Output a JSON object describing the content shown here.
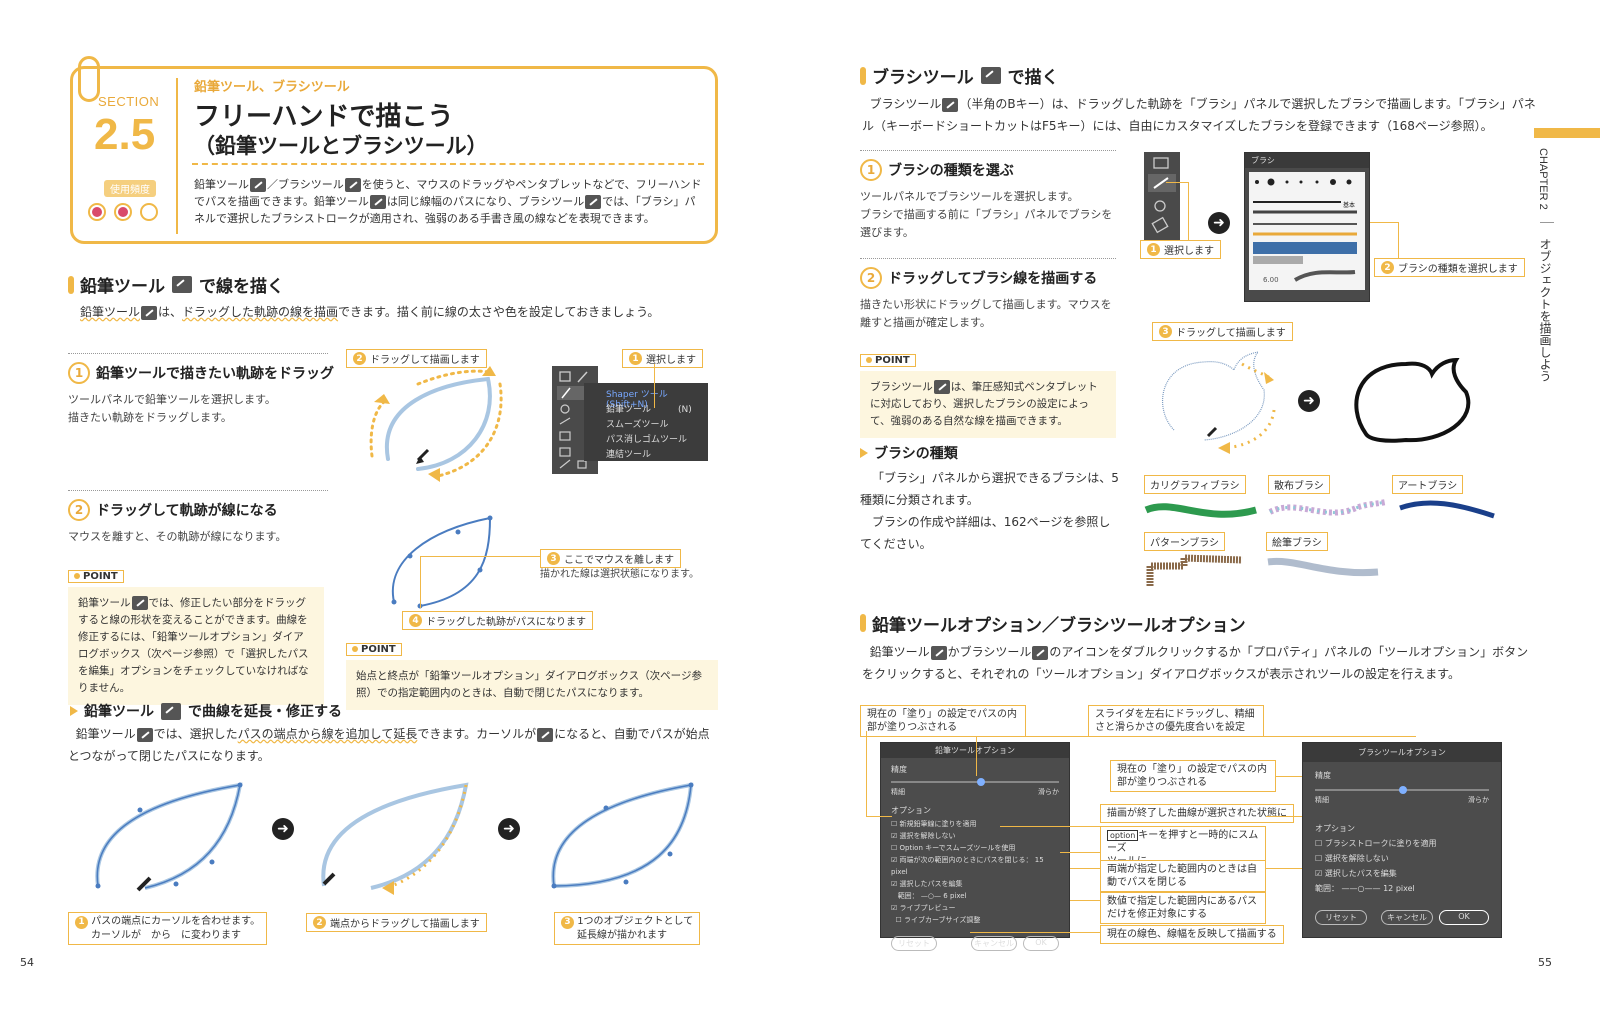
{
  "left_page": {
    "section": {
      "label": "SECTION",
      "number": "2.5",
      "frequency_label": "使用頻度",
      "kicker": "鉛筆ツール、ブラシツール",
      "title_line1": "フリーハンドで描こう",
      "title_line2": "（鉛筆ツールとブラシツール）",
      "body_a": "鉛筆ツール",
      "body_b": "／ブラシツール",
      "body_c": "を使うと、マウスのドラッグやペンタブレットなどで、フリーハンドでパスを描画できます。鉛筆ツール",
      "body_d": "は同じ線幅のパスになり、ブラシツール",
      "body_e": "では、「ブラシ」パネルで選択したブラシストロークが適用され、強弱のある手書き風の線などを表現できます。"
    },
    "pencil_heading": {
      "a": "鉛筆ツール",
      "b": "で線を描く"
    },
    "pencil_intro": {
      "a": "鉛筆ツール",
      "b": "は、",
      "c": "ドラッグした軌跡の線を描画",
      "d": "できます。描く前に線の太さや色を設定しておきましょう。"
    },
    "step1": {
      "num": "1",
      "title": "鉛筆ツールで描きたい軌跡をドラッグ",
      "body1": "ツールパネルで鉛筆ツールを選択します。",
      "body2": "描きたい軌跡をドラッグします。"
    },
    "step1_callouts": {
      "drag": {
        "num": "2",
        "text": "ドラッグして描画します"
      },
      "select": {
        "num": "1",
        "text": "選択します"
      }
    },
    "tool_menu": {
      "items": [
        "Shaper ツール　(Shift+N)",
        "鉛筆ツール　　　(N)",
        "スムーズツール",
        "パス消しゴムツール",
        "連結ツール"
      ]
    },
    "step2": {
      "num": "2",
      "title": "ドラッグして軌跡が線になる",
      "body": "マウスを離すと、その軌跡が線になります。"
    },
    "step2_callouts": {
      "release": {
        "num": "3",
        "text": "ここでマウスを離します"
      },
      "release_note": "描かれた線は選択状態になります。",
      "path": {
        "num": "4",
        "text": "ドラッグした軌跡がパスになります"
      }
    },
    "point1": {
      "tag": "POINT",
      "a": "鉛筆ツール",
      "b": "では、修正したい部分をドラッグすると線の形状を変えることができます。曲線を修正するには、「鉛筆ツールオプション」ダイアログボックス（次ページ参照）で「選択したパスを編集」オプションをチェックしていなければなりません。"
    },
    "point2": {
      "tag": "POINT",
      "text": "始点と終点が「鉛筆ツールオプション」ダイアログボックス（次ページ参照）での指定範囲内のときは、自動で閉じたパスになります。"
    },
    "extend_heading": {
      "a": "鉛筆ツール",
      "b": "で曲線を延長・修正する"
    },
    "extend_body": {
      "a": "鉛筆ツール",
      "b": "では、選択した",
      "c": "パスの端点から線を追加して延長",
      "d": "できます。カーソルが",
      "e": "になると、自動でパスが始点とつながって閉じたパスになります。"
    },
    "extend_callouts": {
      "c1": {
        "num": "1",
        "line1": "パスの端点にカーソルを合わせます。",
        "line2": "カーソルが　から　に変わります"
      },
      "c2": {
        "num": "2",
        "text": "端点からドラッグして描画します"
      },
      "c3": {
        "num": "3",
        "line1": "1つのオブジェクトとして",
        "line2": "延長線が描かれます"
      }
    },
    "page_number": "54"
  },
  "right_page": {
    "brush_heading": {
      "a": "ブラシツール",
      "b": "で描く"
    },
    "brush_intro": {
      "a": "ブラシツール",
      "b": "（半角のBキー）は、ドラッグした軌跡を「ブラシ」パネルで選択したブラシで描画します。「ブラシ」パネル（キーボードショートカットはF5キー）には、自由にカスタマイズしたブラシを登録できます（168ページ参照）。"
    },
    "bstep1": {
      "num": "1",
      "title": "ブラシの種類を選ぶ",
      "body1": "ツールパネルでブラシツールを選択します。",
      "body2": "ブラシで描画する前に「ブラシ」パネルでブラシを選びます。"
    },
    "bstep1_callouts": {
      "select": {
        "num": "1",
        "text": "選択します"
      },
      "choose": {
        "num": "2",
        "text": "ブラシの種類を選択します"
      }
    },
    "brush_panel": {
      "title": "ブラシ",
      "basic": "基本",
      "size": "6.00"
    },
    "bstep2": {
      "num": "2",
      "title": "ドラッグしてブラシ線を描画する",
      "body": "描きたい形状にドラッグして描画します。マウスを離すと描画が確定します。"
    },
    "bstep2_callout": {
      "num": "3",
      "text": "ドラッグして描画します"
    },
    "point3": {
      "tag": "POINT",
      "a": "ブラシツール",
      "b": "は、筆圧感知式ペンタブレットに対応しており、選択したブラシの設定によって、強弱のある自然な線を描画できます。"
    },
    "types_heading": "ブラシの種類",
    "types_body1": "「ブラシ」パネルから選択できるブラシは、5種類に分類されます。",
    "types_body2": "ブラシの作成や詳細は、162ページを参照してください。",
    "brush_types": [
      "カリグラフィブラシ",
      "散布ブラシ",
      "アートブラシ",
      "パターンブラシ",
      "絵筆ブラシ"
    ],
    "options_heading": "鉛筆ツールオプション／ブラシツールオプション",
    "options_body": {
      "a": "鉛筆ツール",
      "b": "かブラシツール",
      "c": "のアイコンをダブルクリックするか「プロパティ」パネルの「ツールオプション」ボタンをクリックすると、それぞれの「ツールオプション」ダイアログボックスが表示されツールの設定を行えます。"
    },
    "pencil_dialog": {
      "title": "鉛筆ツールオプション",
      "accuracy": "精度",
      "accurate": "精細",
      "smooth": "滑らか",
      "options": "オプション",
      "checks": [
        "新規鉛筆線に塗りを適用",
        "選択を解除しない",
        "Option キーでスムーズツールを使用",
        "両端が次の範囲内のときにパスを閉じる：",
        "選択したパスを編集",
        "範囲：",
        "ライブプレビュー",
        "ライブカーブサイズ調整"
      ],
      "pixel1": "15",
      "pixel2": "6",
      "unit": "pixel",
      "reset": "リセット",
      "cancel": "キャンセル",
      "ok": "OK"
    },
    "brush_dialog": {
      "title": "ブラシツールオプション",
      "accuracy": "精度",
      "accurate": "精細",
      "smooth": "滑らか",
      "options": "オプション",
      "checks": [
        "ブラシストロークに塗りを適用",
        "選択を解除しない",
        "選択したパスを編集"
      ],
      "range": "範囲：",
      "pixel": "12",
      "unit": "pixel",
      "reset": "リセット",
      "cancel": "キャンセル",
      "ok": "OK"
    },
    "dialog_callouts": {
      "fill_left": "現在の「塗り」の設定でパスの内部が塗りつぶされる",
      "slider": "スライダを左右にドラッグし、精細さと滑らかさの優先度合いを設定",
      "fill_mid": "現在の「塗り」の設定でパスの内部が塗りつぶされる",
      "keep_sel": "描画が終了した曲線が選択された状態に",
      "option_key": "option",
      "option_rest1": "キーを押すと一時的にスムーズ",
      "option_rest2": "ツールに",
      "close_path": "両端が指定した範囲内のときは自動でパスを閉じる",
      "edit_range": "数値で指定した範囲内にあるパスだけを修正対象にする",
      "preview": "現在の線色、線幅を反映して描画する"
    },
    "chapter_label": "CHAPTER 2",
    "chapter_title": "オブジェクトを描画しよう",
    "page_number": "55"
  }
}
